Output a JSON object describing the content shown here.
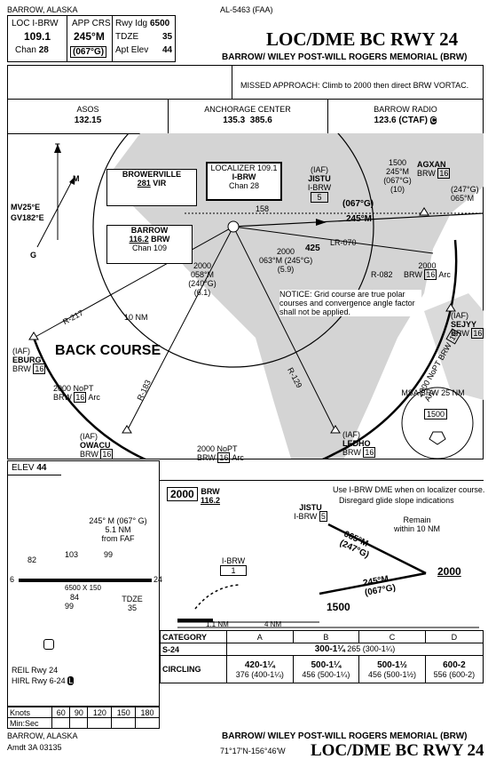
{
  "header": {
    "location": "BARROW, ALASKA",
    "procedure_id": "AL-5463 (FAA)",
    "title": "LOC/DME BC RWY 24",
    "airport": "BARROW/ WILEY POST-WILL ROGERS MEMORIAL (BRW)"
  },
  "briefing": {
    "loc_label": "LOC",
    "loc_ident": "I-BRW",
    "loc_freq": "109.1",
    "chan_label": "Chan",
    "chan": "28",
    "app_crs_label": "APP CRS",
    "app_crs": "245°M",
    "app_crs_g": "(067°G)",
    "rwy_ldg_label": "Rwy Idg",
    "rwy_ldg": "6500",
    "tdze_label": "TDZE",
    "tdze": "35",
    "apt_elev_label": "Apt Elev",
    "apt_elev": "44"
  },
  "missed_approach": "MISSED APPROACH: Climb to 2000 then direct BRW VORTAC.",
  "comms": {
    "asos_label": "ASOS",
    "asos": "132.15",
    "center_label": "ANCHORAGE CENTER",
    "center": "135.3  385.6",
    "radio_label": "BARROW RADIO",
    "radio": "123.6 (CTAF)",
    "radio_symbol": "C"
  },
  "plan": {
    "true_north": "T",
    "mag_north": "M",
    "grid_north": "G",
    "variation": "MV25°E",
    "grid_variation": "GV182°E",
    "browerville": {
      "name": "BROWERVILLE",
      "freq": "281",
      "ident": "VIR"
    },
    "barrow": {
      "name": "BARROW",
      "freq": "116.2",
      "ident": "BRW",
      "chan": "Chan 109"
    },
    "localizer": {
      "name": "LOCALIZER 109.1",
      "ident": "I-BRW",
      "chan": "Chan 28"
    },
    "jistu": {
      "role": "(IAF)",
      "name": "JISTU",
      "dme": "I-BRW",
      "dist": "5"
    },
    "agxan": {
      "alt": "1500",
      "crs": "245°M",
      "crs_g": "(067°G)",
      "dist": "(10)",
      "name": "AGXAN",
      "ref": "BRW",
      "dme": "16",
      "crs2_g": "(247°G)",
      "crs2": "065°M"
    },
    "course_g": "(067°G)",
    "course_m": "245°M",
    "obstacle_158": "158",
    "obstacle_425": "425",
    "lr070": "LR-070",
    "r082": "R-082",
    "alt2000_a": {
      "alt": "2000",
      "crs": "063°M (245°G)",
      "dist": "(5.9)"
    },
    "alt2000_b": {
      "alt": "2000",
      "crs": "058°M",
      "crs_g": "(240°G)",
      "dist": "(6.1)"
    },
    "nm10": "10 NM",
    "arc2000_right": {
      "alt": "2000",
      "ref": "BRW",
      "dme": "16",
      "suffix": "Arc"
    },
    "notice": "NOTICE: Grid course are true polar courses and convergence angle factor shall not be applied.",
    "sejyy": {
      "role": "(IAF)",
      "name": "SEJYY",
      "ref": "BRW",
      "dme": "16"
    },
    "r217": "R-217",
    "back_course": "BACK COURSE",
    "eburg": {
      "role": "(IAF)",
      "name": "EBURG",
      "ref": "BRW",
      "dme": "16"
    },
    "nopt_left": {
      "text": "2000 NoPT",
      "ref": "BRW",
      "dme": "16",
      "suffix": "Arc"
    },
    "r183": "R-183",
    "r129": "R-129",
    "nopt_right": {
      "text": "2000 NoPT",
      "ref": "BRW",
      "dme": "16",
      "suffix": "Arc"
    },
    "owacu": {
      "role": "(IAF)",
      "name": "OWACU",
      "ref": "BRW",
      "dme": "16"
    },
    "nopt_bottom": {
      "text": "2000 NoPT",
      "ref": "BRW",
      "dme": "16",
      "suffix": "Arc"
    },
    "ledho": {
      "role": "(IAF)",
      "name": "LEDHO",
      "ref": "BRW",
      "dme": "16"
    },
    "msa": {
      "label": "MSA BRW 25 NM",
      "alt": "1500"
    }
  },
  "airport": {
    "elev_label": "ELEV",
    "elev": "44",
    "crs_line": "245° M (067° G)",
    "dist_line": "5.1 NM",
    "from_faf": "from FAF",
    "obs_82": "82",
    "obs_103": "103",
    "obs_99a": "99",
    "obs_84": "84",
    "obs_99b": "99",
    "rwy_dims": "6500 X 150",
    "rwy_end_left": "6",
    "rwy_end_right": "24",
    "tdze_label": "TDZE",
    "tdze": "35",
    "reil": "REIL Rwy 24",
    "hirl": "HIRL Rwy 6-24",
    "hirl_symbol": "L"
  },
  "profile": {
    "alt_box": "2000",
    "brw_label": "BRW",
    "brw_freq": "116.2",
    "note1": "Use I-BRW DME when on localizer course.",
    "note2": "Disregard glide slope indications",
    "jistu": "JISTU",
    "jistu_dme": "I-BRW",
    "jistu_dist": "5",
    "remain": "Remain",
    "within": "within 10 NM",
    "out_crs": "065°M",
    "out_crs_g": "(247°G)",
    "alt_2000": "2000",
    "in_crs": "245°M",
    "in_crs_g": "(067°G)",
    "ibrw": "I-BRW",
    "ibrw_dist": "1",
    "alt_1500": "1500",
    "scale_1": "1.1 NM",
    "scale_2": "4 NM"
  },
  "minimums": {
    "category_label": "CATEGORY",
    "categories": [
      "A",
      "B",
      "C",
      "D"
    ],
    "s24_label": "S-24",
    "s24_value": "300-1¼",
    "s24_haa": "265 (300-1¼)",
    "circling_label": "CIRCLING",
    "circling": [
      {
        "mda": "420-1¼",
        "haa": "376 (400-1¼)"
      },
      {
        "mda": "500-1¼",
        "haa": "456 (500-1¼)"
      },
      {
        "mda": "500-1½",
        "haa": "456 (500-1½)"
      },
      {
        "mda": "600-2",
        "haa": "556 (600-2)"
      }
    ]
  },
  "timing": {
    "knots_label": "Knots",
    "speeds": [
      "60",
      "90",
      "120",
      "150",
      "180"
    ],
    "minsec_label": "Min:Sec"
  },
  "footer": {
    "location": "BARROW, ALASKA",
    "amdt": "Amdt 3A  03135",
    "airport": "BARROW/ WILEY POST-WILL ROGERS MEMORIAL (BRW)",
    "coords": "71°17'N-156°46'W",
    "title": "LOC/DME BC RWY 24"
  }
}
